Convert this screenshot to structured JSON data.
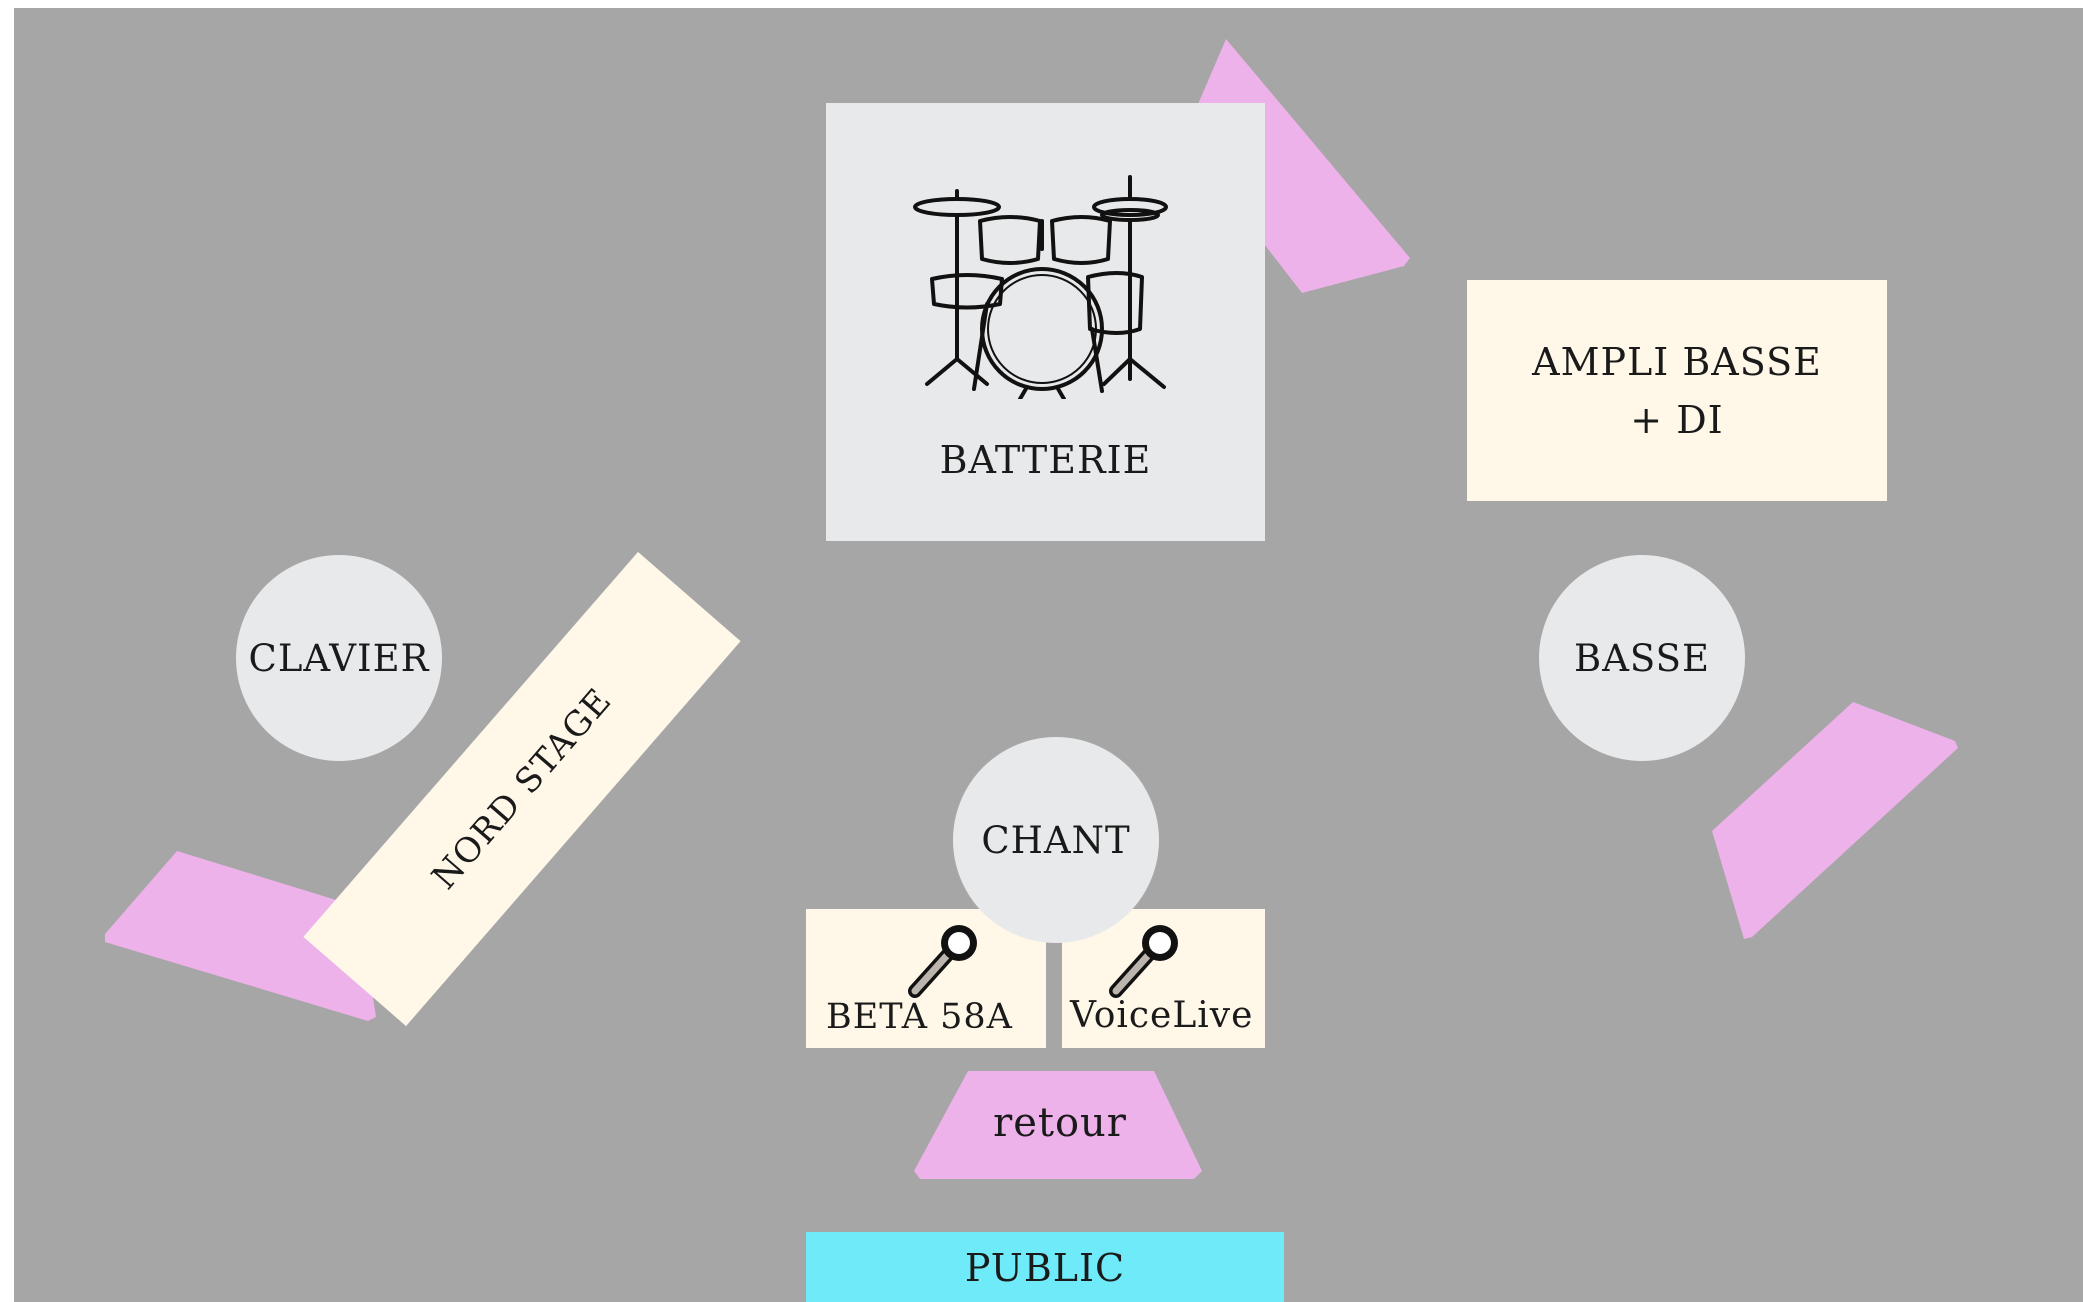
{
  "colors": {
    "floor": "#a6a6a6",
    "wedge": "#edb2e9",
    "cream": "#fff8e9",
    "light_gray": "#e8e9eb",
    "public": "#6eeaf8"
  },
  "drums": {
    "label": "BATTERIE",
    "icon": "drum-kit-icon"
  },
  "bass_amp": {
    "line1": "AMPLI BASSE",
    "line2": "+ DI"
  },
  "keys": {
    "label": "CLAVIER"
  },
  "keyboard": {
    "label": "NORD STAGE"
  },
  "bass": {
    "label": "BASSE"
  },
  "vocals": {
    "label": "CHANT"
  },
  "mic1": {
    "label": "BETA 58A",
    "icon": "microphone-icon"
  },
  "mic2": {
    "label": "VoiceLive",
    "icon": "microphone-icon"
  },
  "monitor_center": {
    "label": "retour"
  },
  "audience": {
    "label": "PUBLIC"
  }
}
